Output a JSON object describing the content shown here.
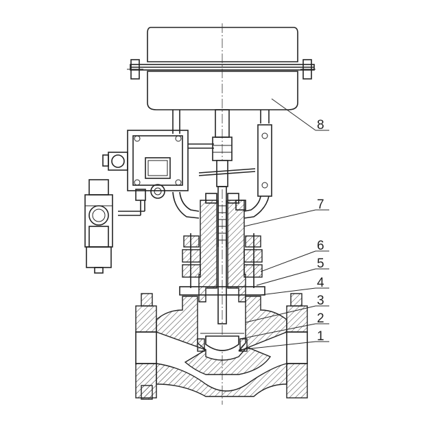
{
  "callouts": [
    {
      "id": "1",
      "text": "1"
    },
    {
      "id": "2",
      "text": "2"
    },
    {
      "id": "3",
      "text": "3"
    },
    {
      "id": "4",
      "text": "4"
    },
    {
      "id": "5",
      "text": "5"
    },
    {
      "id": "6",
      "text": "6"
    },
    {
      "id": "7",
      "text": "7"
    },
    {
      "id": "8",
      "text": "8"
    }
  ],
  "colors": {
    "line": "#222222",
    "background": "#ffffff"
  }
}
